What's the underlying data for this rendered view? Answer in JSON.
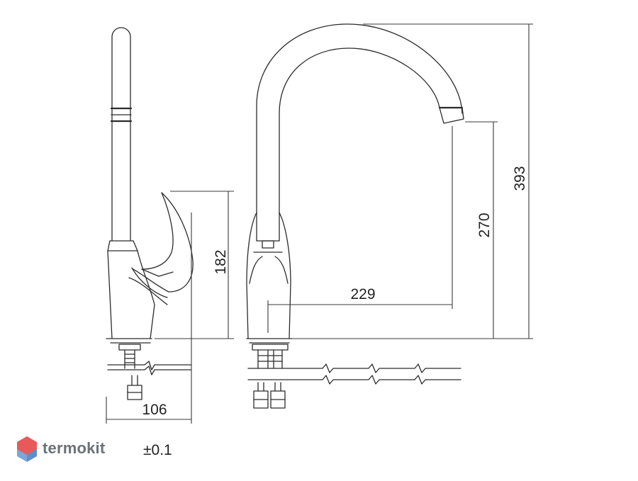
{
  "dimensions": {
    "handle_height": "182",
    "base_width": "106",
    "spout_reach": "229",
    "spout_height": "270",
    "total_height": "393"
  },
  "footer": {
    "brand": "termokit",
    "tolerance": "±0.1"
  },
  "colors": {
    "line": "#2b2b2b",
    "brand_red": "#e85a5a",
    "brand_blue": "#7aa6d8",
    "brand_text": "#6b7178"
  }
}
